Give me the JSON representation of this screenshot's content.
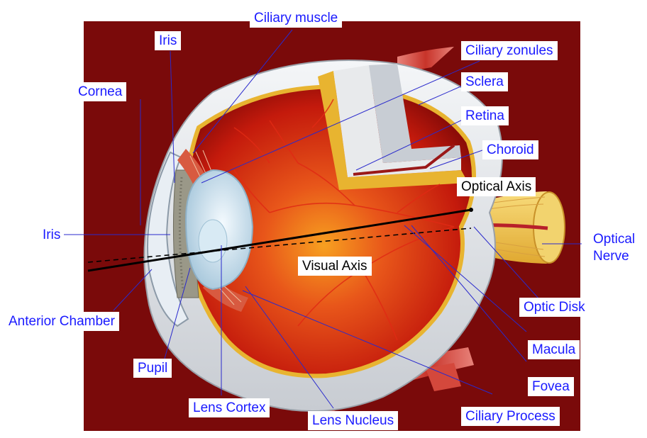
{
  "labels": {
    "ciliary_muscle": "Ciliary muscle",
    "iris_top": "Iris",
    "ciliary_zonules": "Ciliary zonules",
    "cornea": "Cornea",
    "sclera": "Sclera",
    "retina": "Retina",
    "choroid": "Choroid",
    "optical_axis": "Optical Axis",
    "iris_left": "Iris",
    "optical_nerve_1": "Optical",
    "optical_nerve_2": "Nerve",
    "visual_axis": "Visual Axis",
    "optic_disk": "Optic Disk",
    "anterior_chamber": "Anterior Chamber",
    "macula": "Macula",
    "pupil": "Pupil",
    "fovea": "Fovea",
    "lens_cortex": "Lens Cortex",
    "lens_nucleus": "Lens Nucleus",
    "ciliary_process": "Ciliary Process"
  },
  "colors": {
    "background_panel": "#7a0a0a",
    "label_text": "#1a1aff",
    "axis_label_text": "#000000",
    "leader_line": "#2a2acc",
    "sclera": "#e8eaec",
    "choroid_band": "#e8b430",
    "vitreous": "#d42a10",
    "iris": "#9a9888",
    "lens": "#bcd6e4",
    "muscle": "#c83a30",
    "nerve": "#f0c850"
  }
}
